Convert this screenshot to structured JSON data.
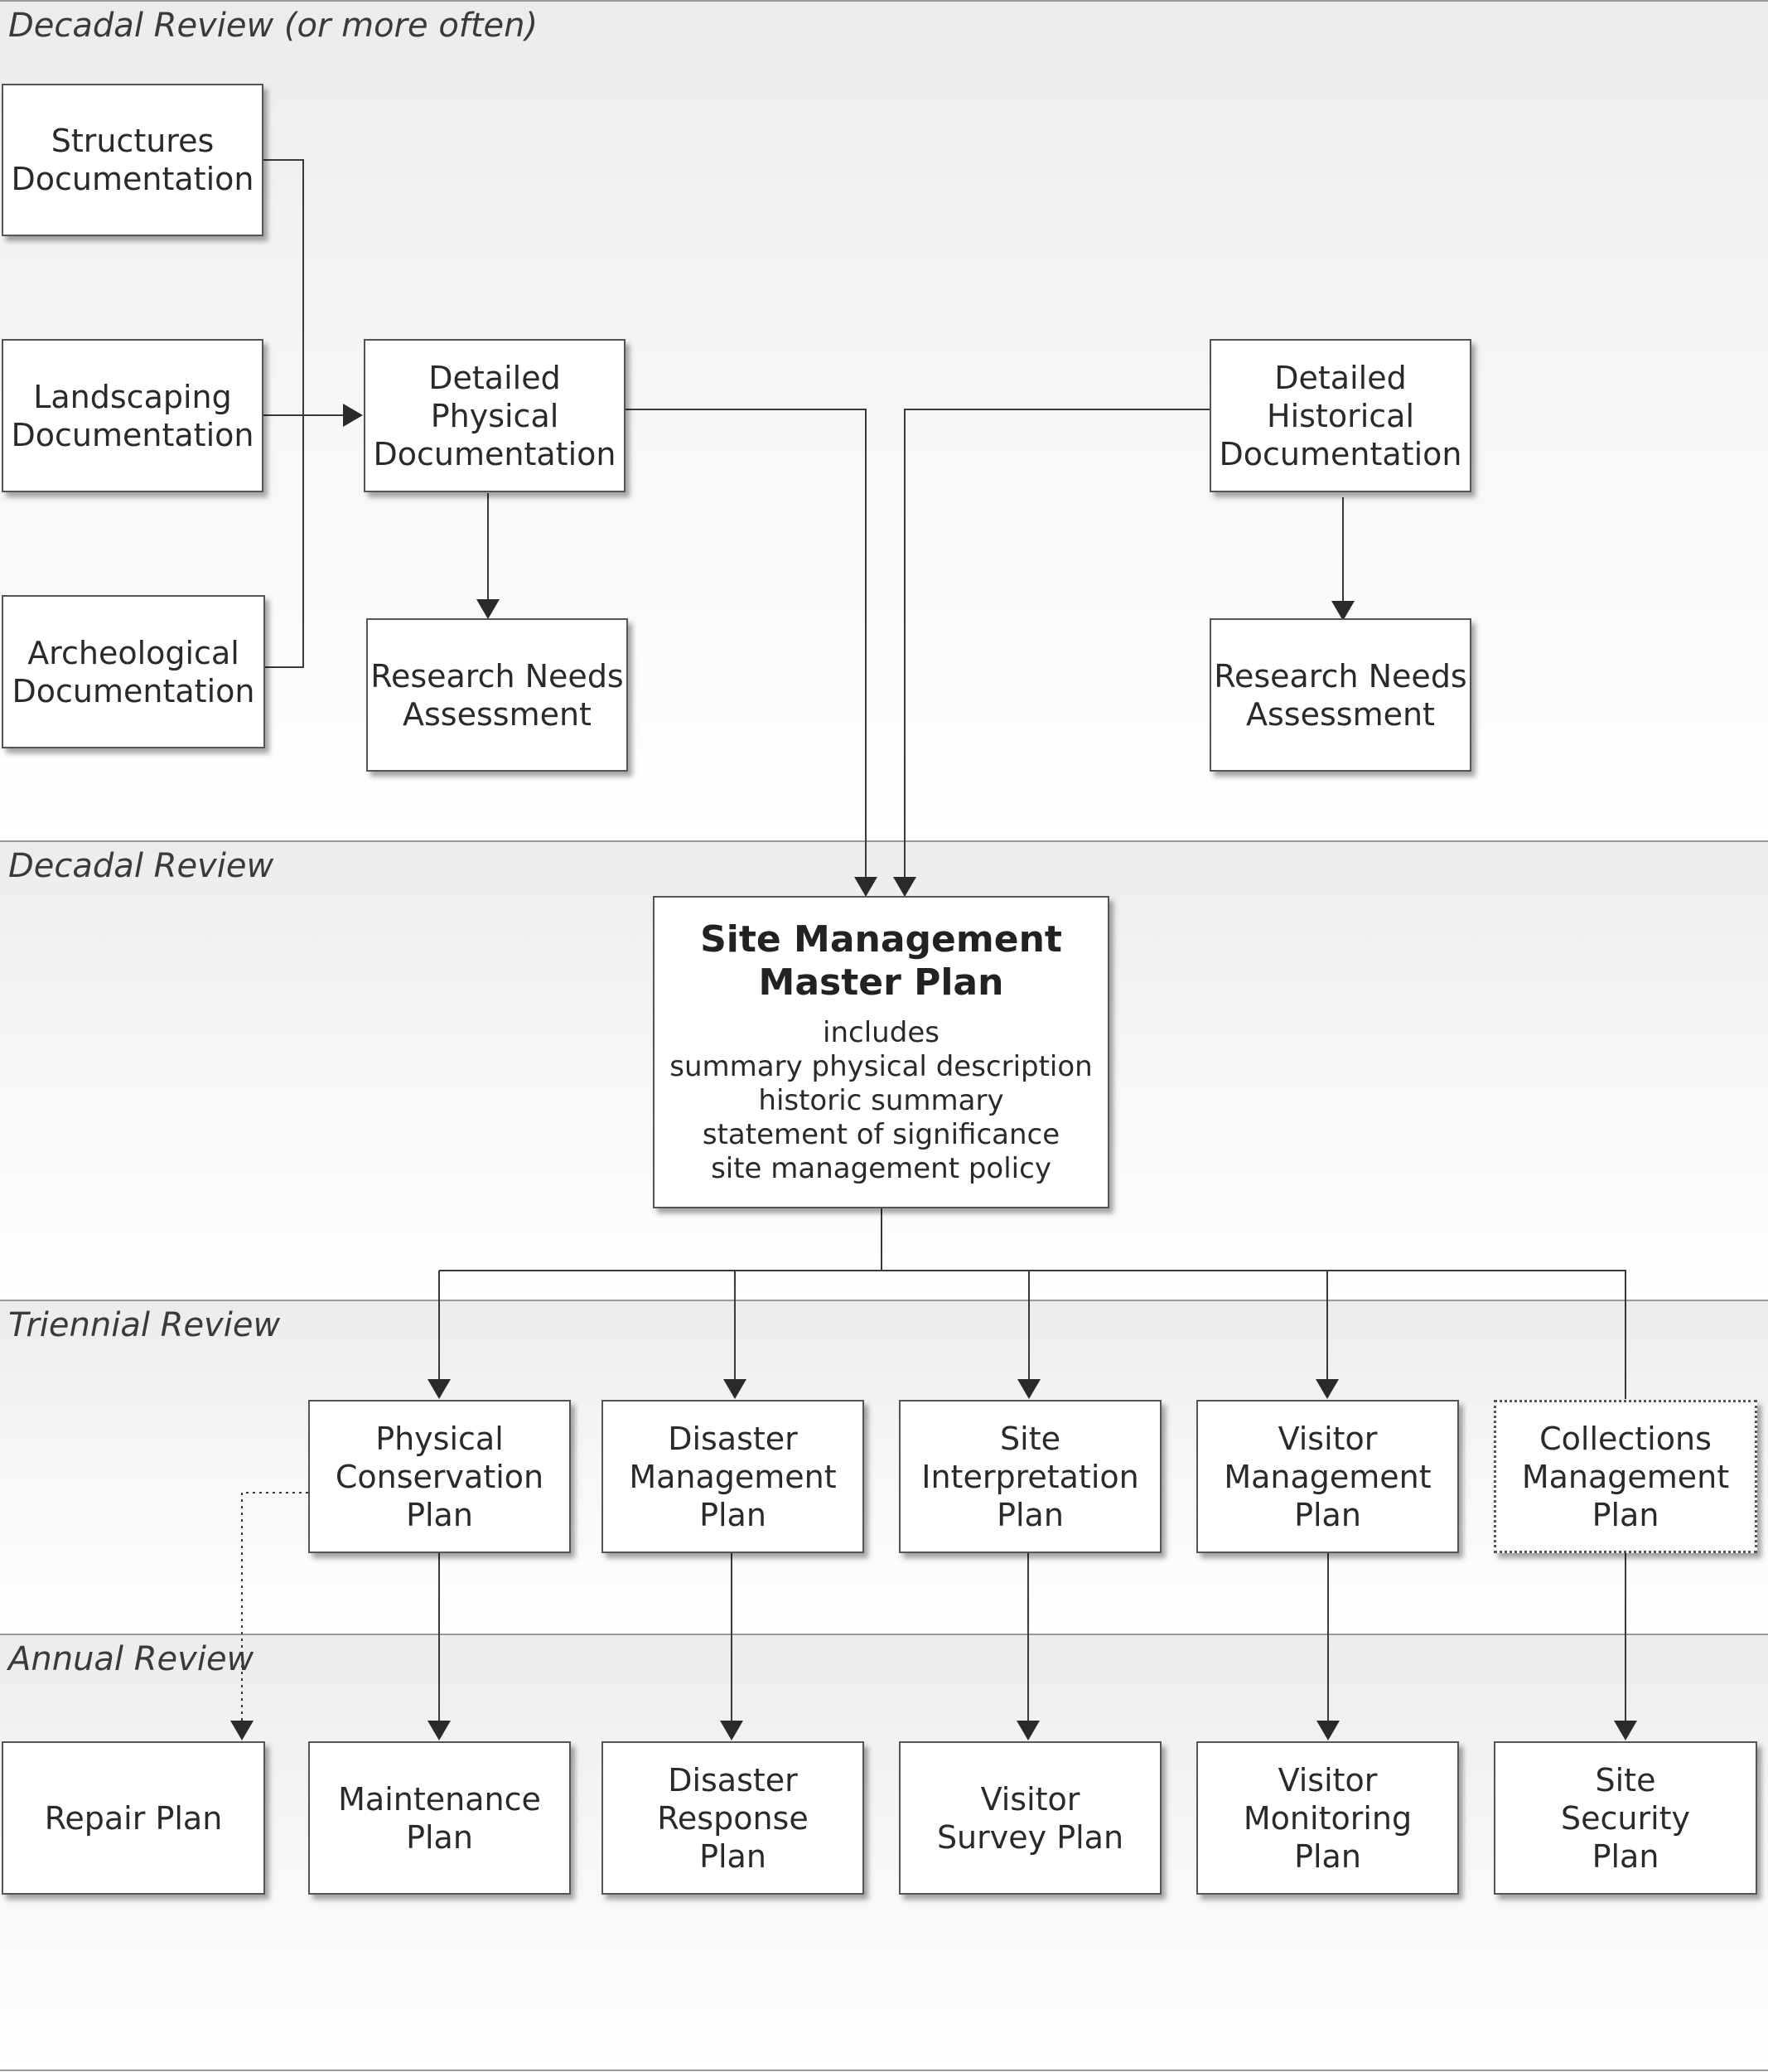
{
  "bands": [
    {
      "id": "decadal-often",
      "label": "Decadal Review (or more often)"
    },
    {
      "id": "decadal",
      "label": "Decadal Review"
    },
    {
      "id": "triennial",
      "label": "Triennial Review"
    },
    {
      "id": "annual",
      "label": "Annual Review"
    }
  ],
  "nodes": {
    "structures_doc": "Structures\nDocumentation",
    "landscaping_doc": "Landscaping\nDocumentation",
    "archeological_doc": "Archeological\nDocumentation",
    "detailed_physical": "Detailed Physical\nDocumentation",
    "research_needs_1": "Research Needs\nAssessment",
    "detailed_historical": "Detailed Historical\nDocumentation",
    "research_needs_2": "Research Needs\nAssessment",
    "physical_conservation": "Physical\nConservation\nPlan",
    "disaster_management": "Disaster\nManagement\nPlan",
    "site_interpretation": "Site\nInterpretation\nPlan",
    "visitor_management": "Visitor\nManagement\nPlan",
    "collections_management": "Collections\nManagement\nPlan",
    "repair_plan": "Repair Plan",
    "maintenance_plan": "Maintenance\nPlan",
    "disaster_response": "Disaster\nResponse\nPlan",
    "visitor_survey": "Visitor\nSurvey Plan",
    "visitor_monitoring": "Visitor\nMonitoring\nPlan",
    "site_security": "Site\nSecurity\nPlan"
  },
  "master_plan": {
    "title": "Site Management\nMaster Plan",
    "lines": [
      "includes",
      "summary physical description",
      "historic summary",
      "statement of significance",
      "site management policy"
    ]
  },
  "colors": {
    "line": "#3a3a3a",
    "box_border": "#555555",
    "band_rule": "#9a9a9a"
  }
}
